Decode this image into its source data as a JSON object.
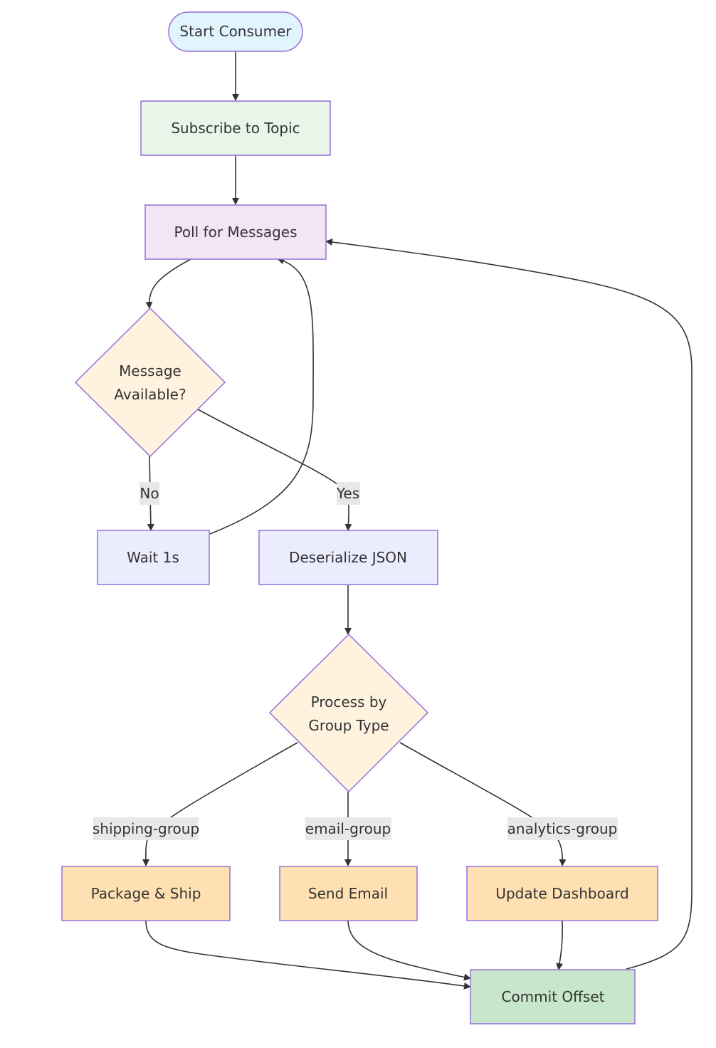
{
  "diagram": {
    "nodes": {
      "start": {
        "label": "Start Consumer",
        "fill": "#e1f5fe"
      },
      "subscribe": {
        "label": "Subscribe to Topic",
        "fill": "#e8f5e9"
      },
      "poll": {
        "label": "Poll for Messages",
        "fill": "#f3e5f5"
      },
      "available": {
        "line1": "Message",
        "line2": "Available?",
        "fill": "#fff3e0"
      },
      "wait": {
        "label": "Wait 1s",
        "fill": "#ececff"
      },
      "deserialize": {
        "label": "Deserialize JSON",
        "fill": "#ececff"
      },
      "process": {
        "line1": "Process by",
        "line2": "Group Type",
        "fill": "#fff3e0"
      },
      "package": {
        "label": "Package & Ship",
        "fill": "#ffe0b2"
      },
      "email": {
        "label": "Send Email",
        "fill": "#ffe0b2"
      },
      "dashboard": {
        "label": "Update Dashboard",
        "fill": "#ffe0b2"
      },
      "commit": {
        "label": "Commit Offset",
        "fill": "#c8e6c9"
      }
    },
    "edge_labels": {
      "no": "No",
      "yes": "Yes",
      "shipping": "shipping-group",
      "email": "email-group",
      "analytics": "analytics-group"
    },
    "colors": {
      "stroke": "#9370db",
      "edge": "#333333",
      "label_bg": "#e8e8e8"
    }
  }
}
